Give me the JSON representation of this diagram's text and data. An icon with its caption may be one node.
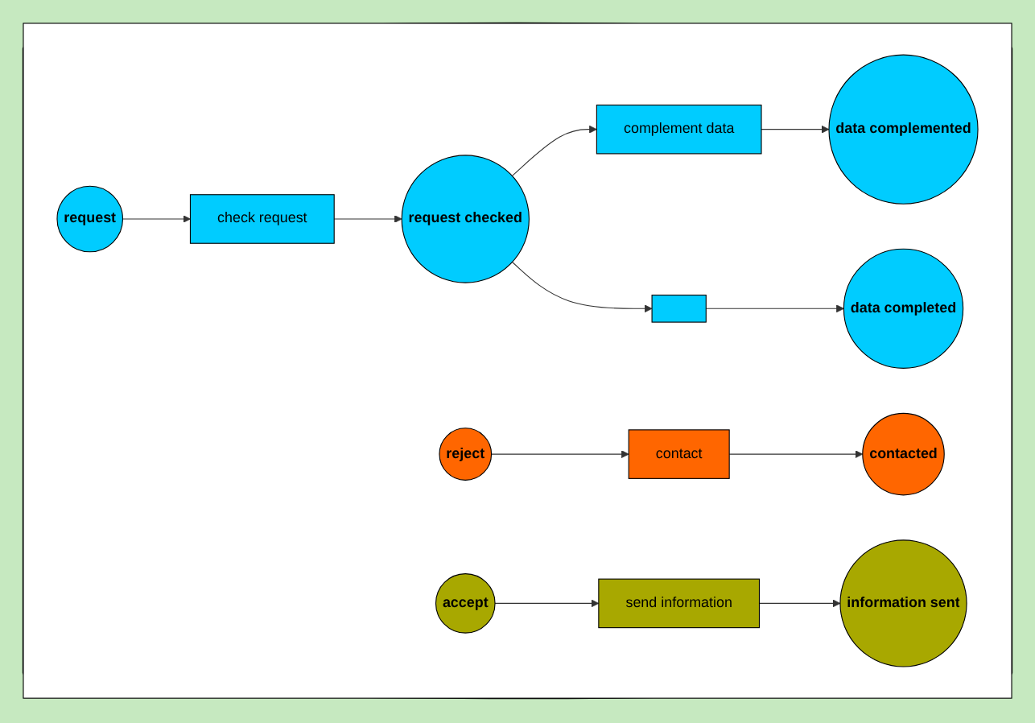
{
  "diagram": {
    "nodes": [
      {
        "text": [],
        "shape": "cylinder"
      },
      {
        "text": [
          "request"
        ],
        "in": 0
      },
      {
        "text": [
          "check request"
        ],
        "in": 0
      },
      {
        "text": [
          "request checked"
        ],
        "in": 0
      },
      {
        "text": [
          "complement data"
        ],
        "in": 0
      },
      {
        "text": [
          "data complemented"
        ],
        "in": 0
      },
      {
        "text": [],
        "shape": "box",
        "in": 0
      },
      {
        "text": [
          "data completed"
        ],
        "in": 0
      },
      {
        "text": [
          "reject"
        ],
        "in": 0
      },
      {
        "text": [
          "contact"
        ],
        "in": 0
      },
      {
        "text": [
          "contacted"
        ],
        "in": 0
      },
      {
        "text": [
          "accept"
        ],
        "in": 0
      },
      {
        "text": [
          "send information"
        ],
        "in": 0
      },
      {
        "text": [
          "information sent"
        ],
        "in": 0
      }
    ],
    "edges": [
      {
        "from": 1,
        "to": 2,
        "arrow": "to"
      },
      {
        "from": 2,
        "to": 3,
        "arrow": "to"
      },
      {
        "from": 3,
        "to": 4,
        "arrow": "to"
      },
      {
        "from": 3,
        "to": 6,
        "arrow": "to"
      },
      {
        "from": 4,
        "to": 5,
        "arrow": "to"
      },
      {
        "from": 6,
        "to": 7,
        "arrow": "to"
      },
      {
        "from": 8,
        "to": 9,
        "arrow": "to"
      },
      {
        "from": 9,
        "to": 10,
        "arrow": "to"
      },
      {
        "from": 11,
        "to": 12,
        "arrow": "to"
      },
      {
        "from": 12,
        "to": 13,
        "arrow": "to"
      }
    ]
  }
}
